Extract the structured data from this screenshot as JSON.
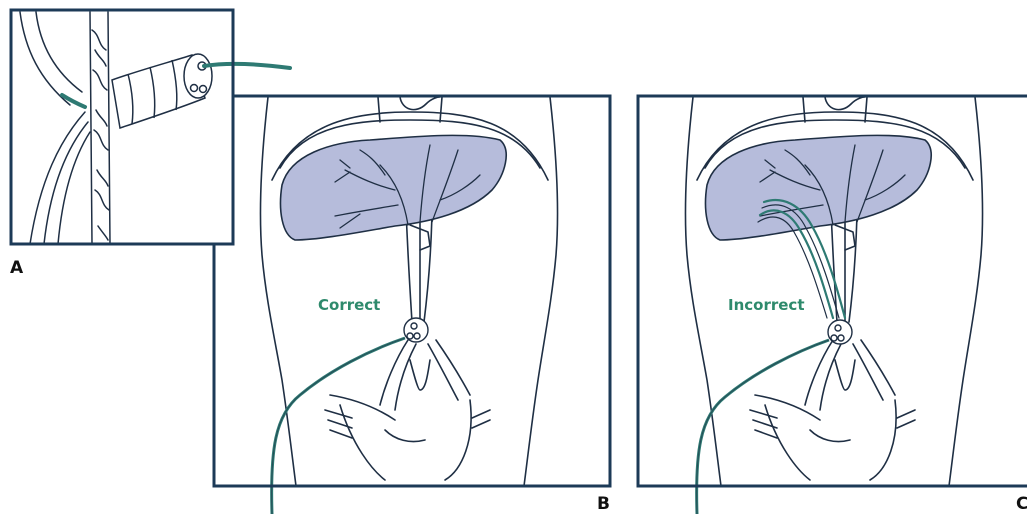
{
  "panels": [
    {
      "id": "A",
      "label": "A"
    },
    {
      "id": "B",
      "label": "B",
      "annotation": "Correct"
    },
    {
      "id": "C",
      "label": "C",
      "annotation": "Incorrect"
    }
  ],
  "colors": {
    "frame": "#1c3a57",
    "line": "#1f2f44",
    "liver_fill": "#b6bcdb",
    "catheter": "#2e7a73",
    "annotation_text": "#2e8a6c",
    "label_text": "#111111"
  }
}
